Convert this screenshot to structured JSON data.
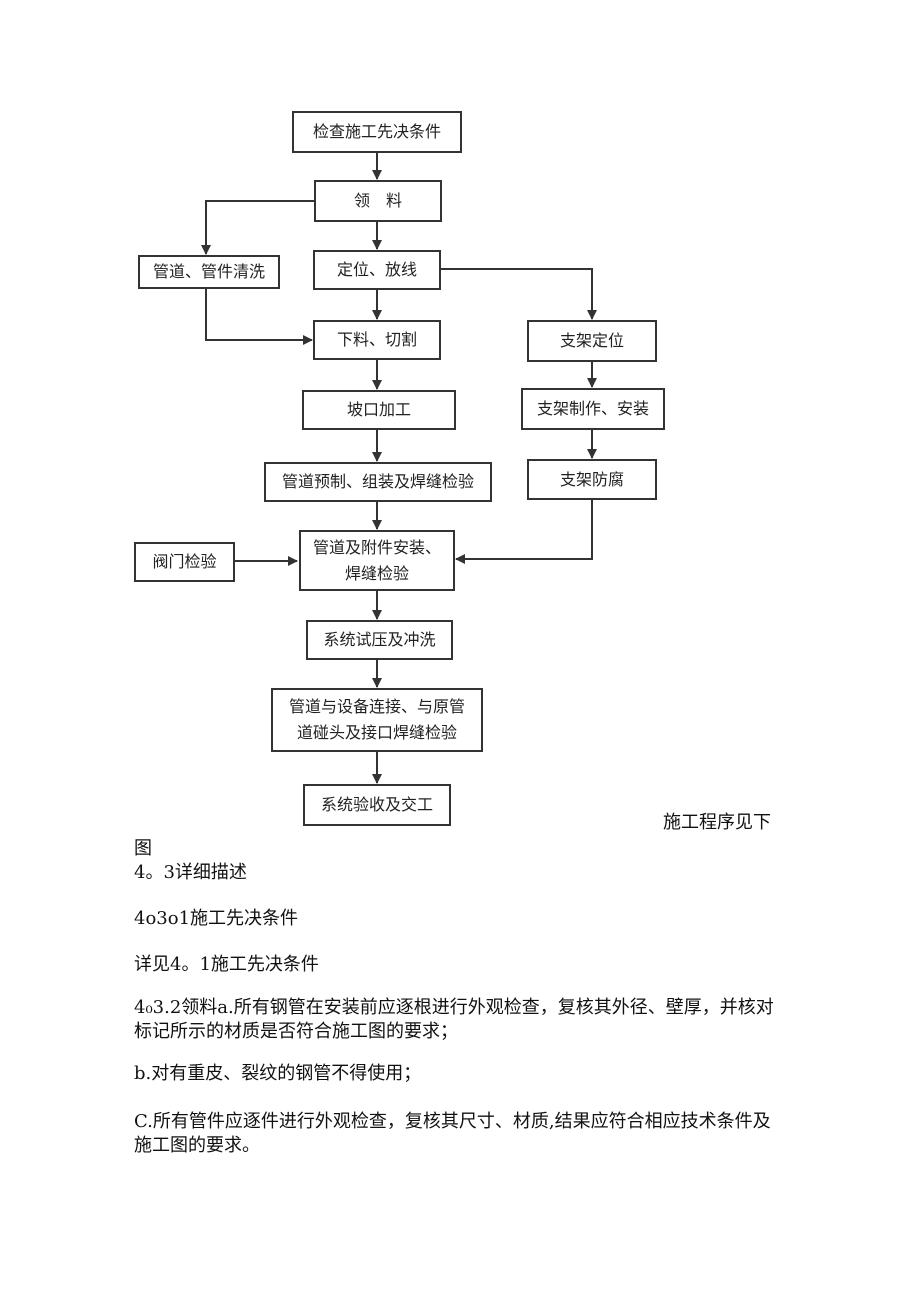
{
  "flowchart": {
    "n1": "检查施工先决条件",
    "n2": "领　料",
    "n3": "定位、放线",
    "n4": "管道、管件清洗",
    "n5": "下料、切割",
    "n6": "支架定位",
    "n7": "坡口加工",
    "n8": "支架制作、安装",
    "n9": "管道预制、组装及焊缝检验",
    "n10": "支架防腐",
    "n11": "阀门检验",
    "n12": "管道及附件安装、\n焊缝检验",
    "n13": "系统试压及冲洗",
    "n14": "管道与设备连接、与原管\n道碰头及接口焊缝检验",
    "n15": "系统验收及交工"
  },
  "text": {
    "caption_right": "施工程序见下",
    "caption_left": "图",
    "section_heading": "4。3详细描述",
    "sub_heading": "4o3o1施工先决条件",
    "ref_line": "详见4。1施工先决条件",
    "para_a": "4₀3.2领料a.所有钢管在安装前应逐根进行外观检查，复核其外径、壁厚，并核对标记所示的材质是否符合施工图的要求；",
    "para_b": "b.对有重皮、裂纹的钢管不得使用；",
    "para_c": "C.所有管件应逐件进行外观检查，复核其尺寸、材质,结果应符合相应技术条件及施工图的要求。"
  }
}
